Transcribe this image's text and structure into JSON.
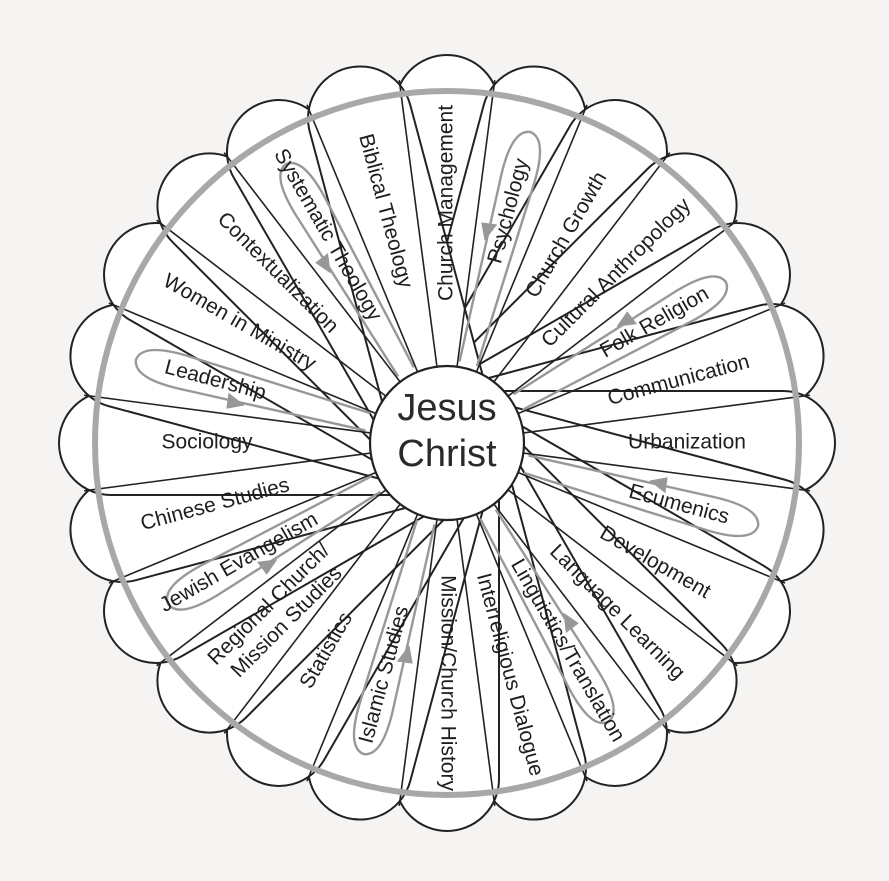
{
  "center": {
    "line1": "Jesus",
    "line2": "Christ"
  },
  "disciplines": [
    "Church Management",
    "Psychology",
    "Church Growth",
    "Cultural Anthropology",
    "Folk Religion",
    "Communication",
    "Urbanization",
    "Ecumenics",
    "Development",
    "Language Learning",
    "Linguistics/Translation",
    "Interreligious Dialogue",
    "Mission/Church History",
    "Islamic Studies",
    "Statistics",
    "Regional Church/|Mission Studies",
    "Jewish Evangelism",
    "Chinese Studies",
    "Sociology",
    "Leadership",
    "Women in Ministry",
    "Contextualization",
    "Systematic Theology",
    "Biblical Theology"
  ],
  "loops": [
    {
      "discipline": "Psychology",
      "direction": "outward-then-back"
    },
    {
      "discipline": "Systematic Theology",
      "direction": "outward-then-back"
    },
    {
      "discipline": "Folk Religion",
      "direction": "outward-then-back"
    },
    {
      "discipline": "Leadership",
      "direction": "outward-then-back"
    },
    {
      "discipline": "Ecumenics",
      "direction": "outward-then-back"
    },
    {
      "discipline": "Linguistics/Translation",
      "direction": "outward-then-back"
    },
    {
      "discipline": "Islamic Studies",
      "direction": "outward-then-back"
    },
    {
      "discipline": "Jewish Evangelism",
      "direction": "outward-then-back"
    }
  ],
  "colors": {
    "outline": "#222222",
    "loop": "#9a979a",
    "ring": "#aaa7aa",
    "background": "#f6f4f3"
  }
}
